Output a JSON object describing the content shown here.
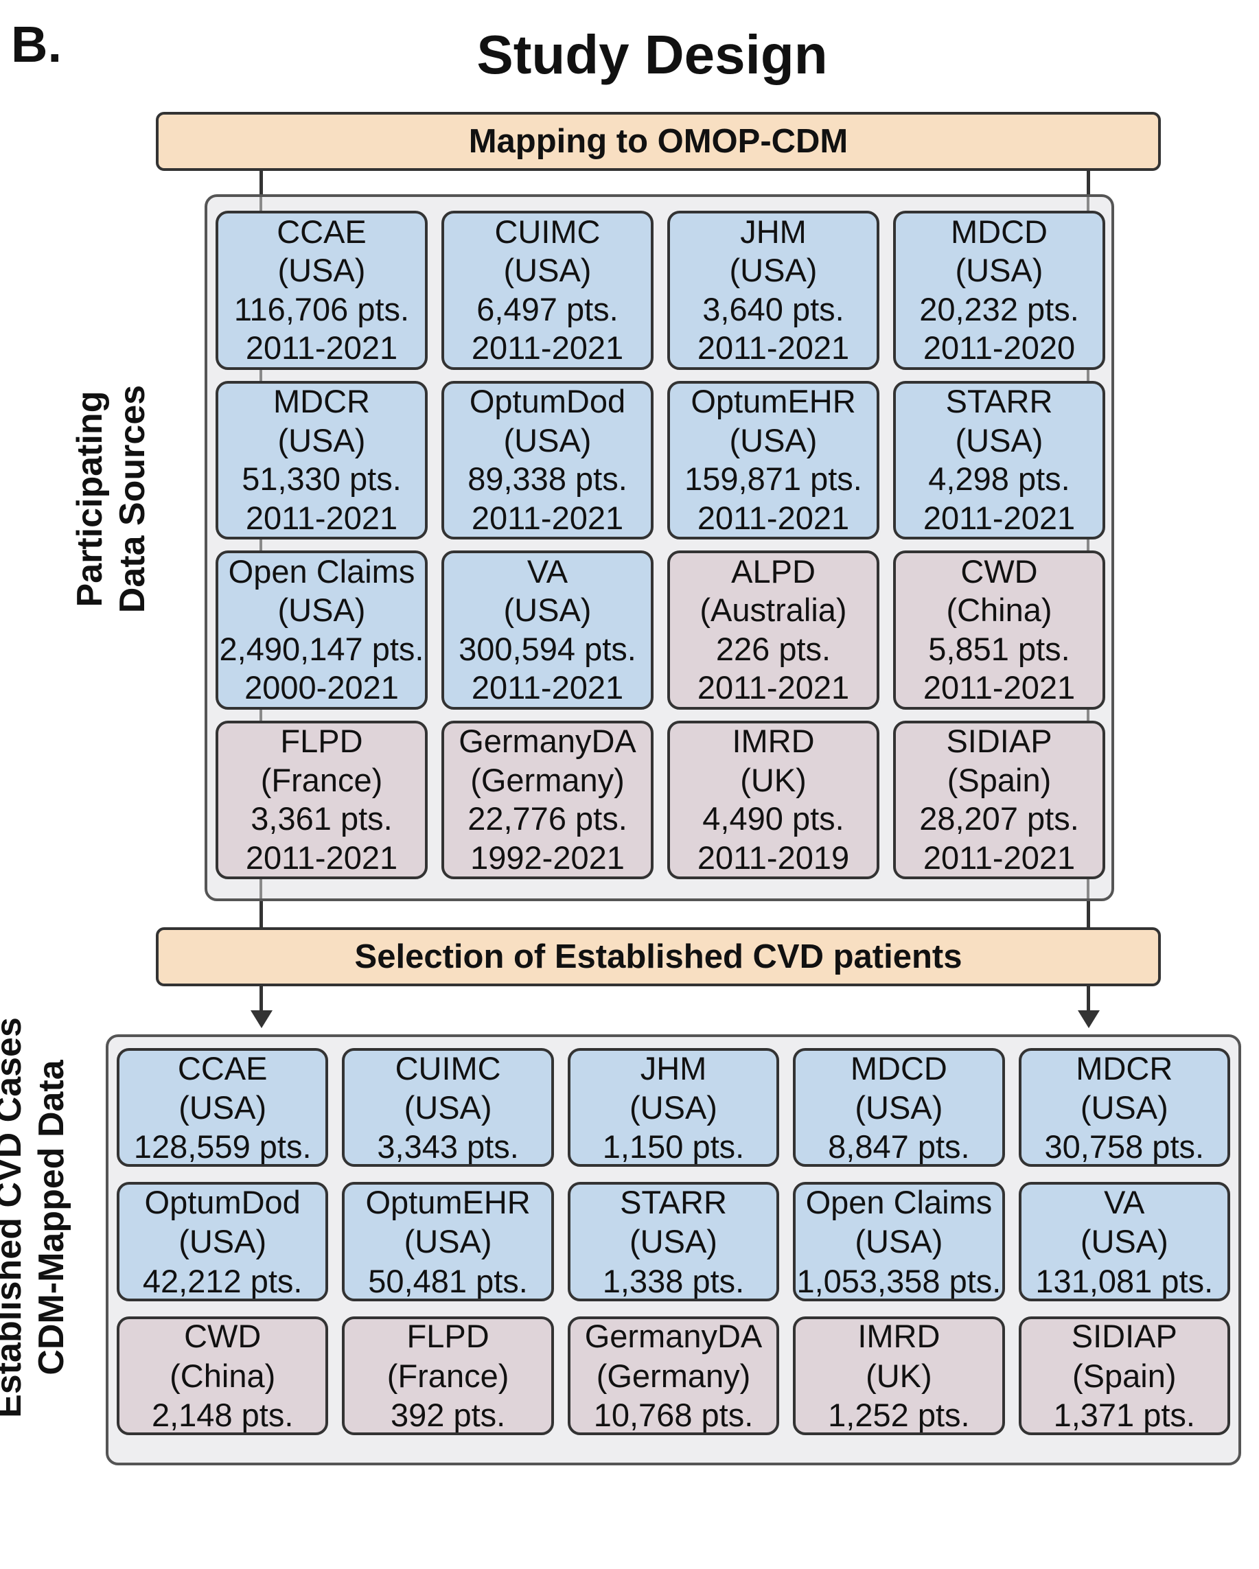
{
  "panel_letter": "B.",
  "title": "Study Design",
  "top_bar": "Mapping to OMOP-CDM",
  "middle_bar": "Selection of Established CVD patients",
  "label_sources": [
    "Participating",
    "Data Sources"
  ],
  "label_mapped": [
    "Established CVD Cases",
    "CDM-Mapped Data"
  ],
  "colors": {
    "usa": "#c3d8ec",
    "international": "#dfd4d9",
    "bar": "#f8dfc2",
    "container": "#eeeef0"
  },
  "sources": [
    {
      "name": "CCAE",
      "country": "(USA)",
      "patients": "116,706 pts.",
      "years": "2011-2021",
      "group": "usa"
    },
    {
      "name": "CUIMC",
      "country": "(USA)",
      "patients": "6,497 pts.",
      "years": "2011-2021",
      "group": "usa"
    },
    {
      "name": "JHM",
      "country": "(USA)",
      "patients": "3,640 pts.",
      "years": "2011-2021",
      "group": "usa"
    },
    {
      "name": "MDCD",
      "country": "(USA)",
      "patients": "20,232 pts.",
      "years": "2011-2020",
      "group": "usa"
    },
    {
      "name": "MDCR",
      "country": "(USA)",
      "patients": "51,330 pts.",
      "years": "2011-2021",
      "group": "usa"
    },
    {
      "name": "OptumDod",
      "country": "(USA)",
      "patients": "89,338 pts.",
      "years": "2011-2021",
      "group": "usa"
    },
    {
      "name": "OptumEHR",
      "country": "(USA)",
      "patients": "159,871 pts.",
      "years": "2011-2021",
      "group": "usa"
    },
    {
      "name": "STARR",
      "country": "(USA)",
      "patients": "4,298 pts.",
      "years": "2011-2021",
      "group": "usa"
    },
    {
      "name": "Open Claims",
      "country": "(USA)",
      "patients": "2,490,147 pts.",
      "years": "2000-2021",
      "group": "usa"
    },
    {
      "name": "VA",
      "country": "(USA)",
      "patients": "300,594 pts.",
      "years": "2011-2021",
      "group": "usa"
    },
    {
      "name": "ALPD",
      "country": "(Australia)",
      "patients": "226 pts.",
      "years": "2011-2021",
      "group": "international"
    },
    {
      "name": "CWD",
      "country": "(China)",
      "patients": "5,851 pts.",
      "years": "2011-2021",
      "group": "international"
    },
    {
      "name": "FLPD",
      "country": "(France)",
      "patients": "3,361 pts.",
      "years": "2011-2021",
      "group": "international"
    },
    {
      "name": "GermanyDA",
      "country": "(Germany)",
      "patients": "22,776 pts.",
      "years": "1992-2021",
      "group": "international"
    },
    {
      "name": "IMRD",
      "country": "(UK)",
      "patients": "4,490 pts.",
      "years": "2011-2019",
      "group": "international"
    },
    {
      "name": "SIDIAP",
      "country": "(Spain)",
      "patients": "28,207 pts.",
      "years": "2011-2021",
      "group": "international"
    }
  ],
  "cvd_cases": [
    {
      "name": "CCAE",
      "country": "(USA)",
      "patients": "128,559 pts.",
      "group": "usa"
    },
    {
      "name": "CUIMC",
      "country": "(USA)",
      "patients": "3,343 pts.",
      "group": "usa"
    },
    {
      "name": "JHM",
      "country": "(USA)",
      "patients": "1,150 pts.",
      "group": "usa"
    },
    {
      "name": "MDCD",
      "country": "(USA)",
      "patients": "8,847 pts.",
      "group": "usa"
    },
    {
      "name": "MDCR",
      "country": "(USA)",
      "patients": "30,758 pts.",
      "group": "usa"
    },
    {
      "name": "OptumDod",
      "country": "(USA)",
      "patients": "42,212 pts.",
      "group": "usa"
    },
    {
      "name": "OptumEHR",
      "country": "(USA)",
      "patients": "50,481 pts.",
      "group": "usa"
    },
    {
      "name": "STARR",
      "country": "(USA)",
      "patients": "1,338 pts.",
      "group": "usa"
    },
    {
      "name": "Open Claims",
      "country": "(USA)",
      "patients": "1,053,358 pts.",
      "group": "usa"
    },
    {
      "name": "VA",
      "country": "(USA)",
      "patients": "131,081 pts.",
      "group": "usa"
    },
    {
      "name": "CWD",
      "country": "(China)",
      "patients": "2,148 pts.",
      "group": "international"
    },
    {
      "name": "FLPD",
      "country": "(France)",
      "patients": "392 pts.",
      "group": "international"
    },
    {
      "name": "GermanyDA",
      "country": "(Germany)",
      "patients": "10,768 pts.",
      "group": "international"
    },
    {
      "name": "IMRD",
      "country": "(UK)",
      "patients": "1,252 pts.",
      "group": "international"
    },
    {
      "name": "SIDIAP",
      "country": "(Spain)",
      "patients": "1,371 pts.",
      "group": "international"
    }
  ]
}
